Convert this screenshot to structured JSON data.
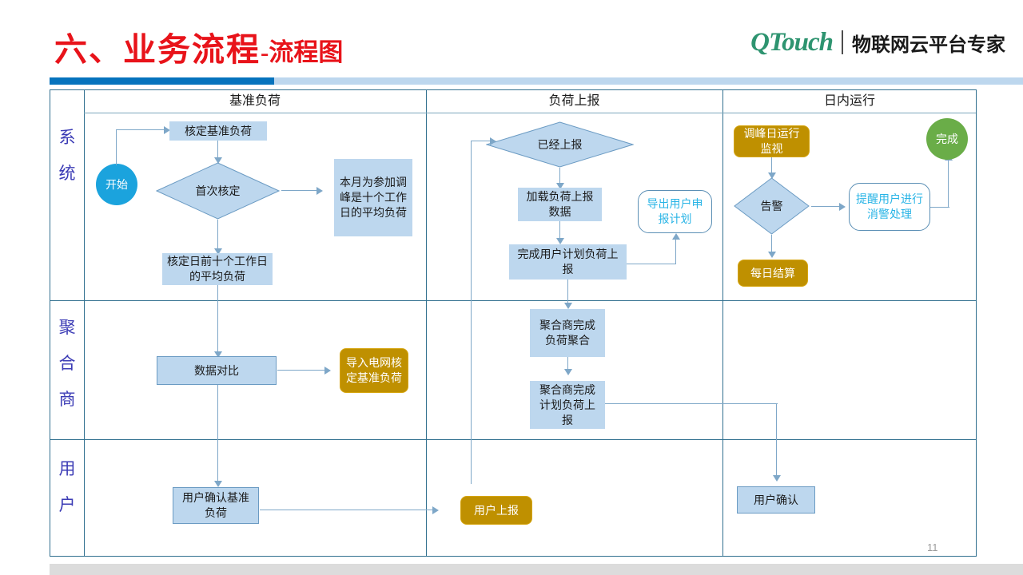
{
  "header": {
    "title_main": "六、业务流程",
    "title_sub": "-流程图",
    "logo_text": "QTouch",
    "logo_tagline": "物联网云平台专家",
    "title_color": "#e8131a",
    "logo_color": "#2e9470",
    "rule_color_dark": "#0673bd",
    "rule_color_light": "#bdd7ee"
  },
  "page_number": "11",
  "table": {
    "column_headers": [
      "基准负荷",
      "负荷上报",
      "日内运行"
    ],
    "row_labels": [
      "系统",
      "聚合商",
      "用户"
    ]
  },
  "flow": {
    "start": "开始",
    "end": "完成",
    "sys_baseline": {
      "verify_baseline": "核定基准负荷",
      "first_verify": "首次核定",
      "this_month_note": "本月为参加调峰是十个工作日的平均负荷",
      "ten_day_avg": "核定日前十个工作日的平均负荷"
    },
    "sys_report": {
      "already_reported": "已经上报",
      "load_report_data": "加载负荷上报数据",
      "finish_user_plan": "完成用户计划负荷上报",
      "export_user_plan": "导出用户申报计划"
    },
    "sys_intraday": {
      "peak_day_monitor": "调峰日运行监视",
      "alarm": "告警",
      "daily_settle": "每日结算",
      "remind_user": "提醒用户进行消警处理"
    },
    "agg_baseline": {
      "data_compare": "数据对比",
      "import_grid_baseline": "导入电网核定基准负荷"
    },
    "agg_report": {
      "agg_finish_aggregation": "聚合商完成负荷聚合",
      "agg_finish_plan_report": "聚合商完成计划负荷上报"
    },
    "user_row": {
      "user_confirm_baseline": "用户确认基准负荷",
      "user_report": "用户上报",
      "user_confirm": "用户确认"
    }
  },
  "colors": {
    "node_blue": "#bdd7ee",
    "node_gold": "#bf9000",
    "start_circle": "#1ba3dd",
    "end_circle": "#6aad48",
    "rounded_text": "#28b4e6",
    "connector": "#7ea7c8",
    "grid_border": "#31708f",
    "row_label": "#3b3bb5"
  }
}
